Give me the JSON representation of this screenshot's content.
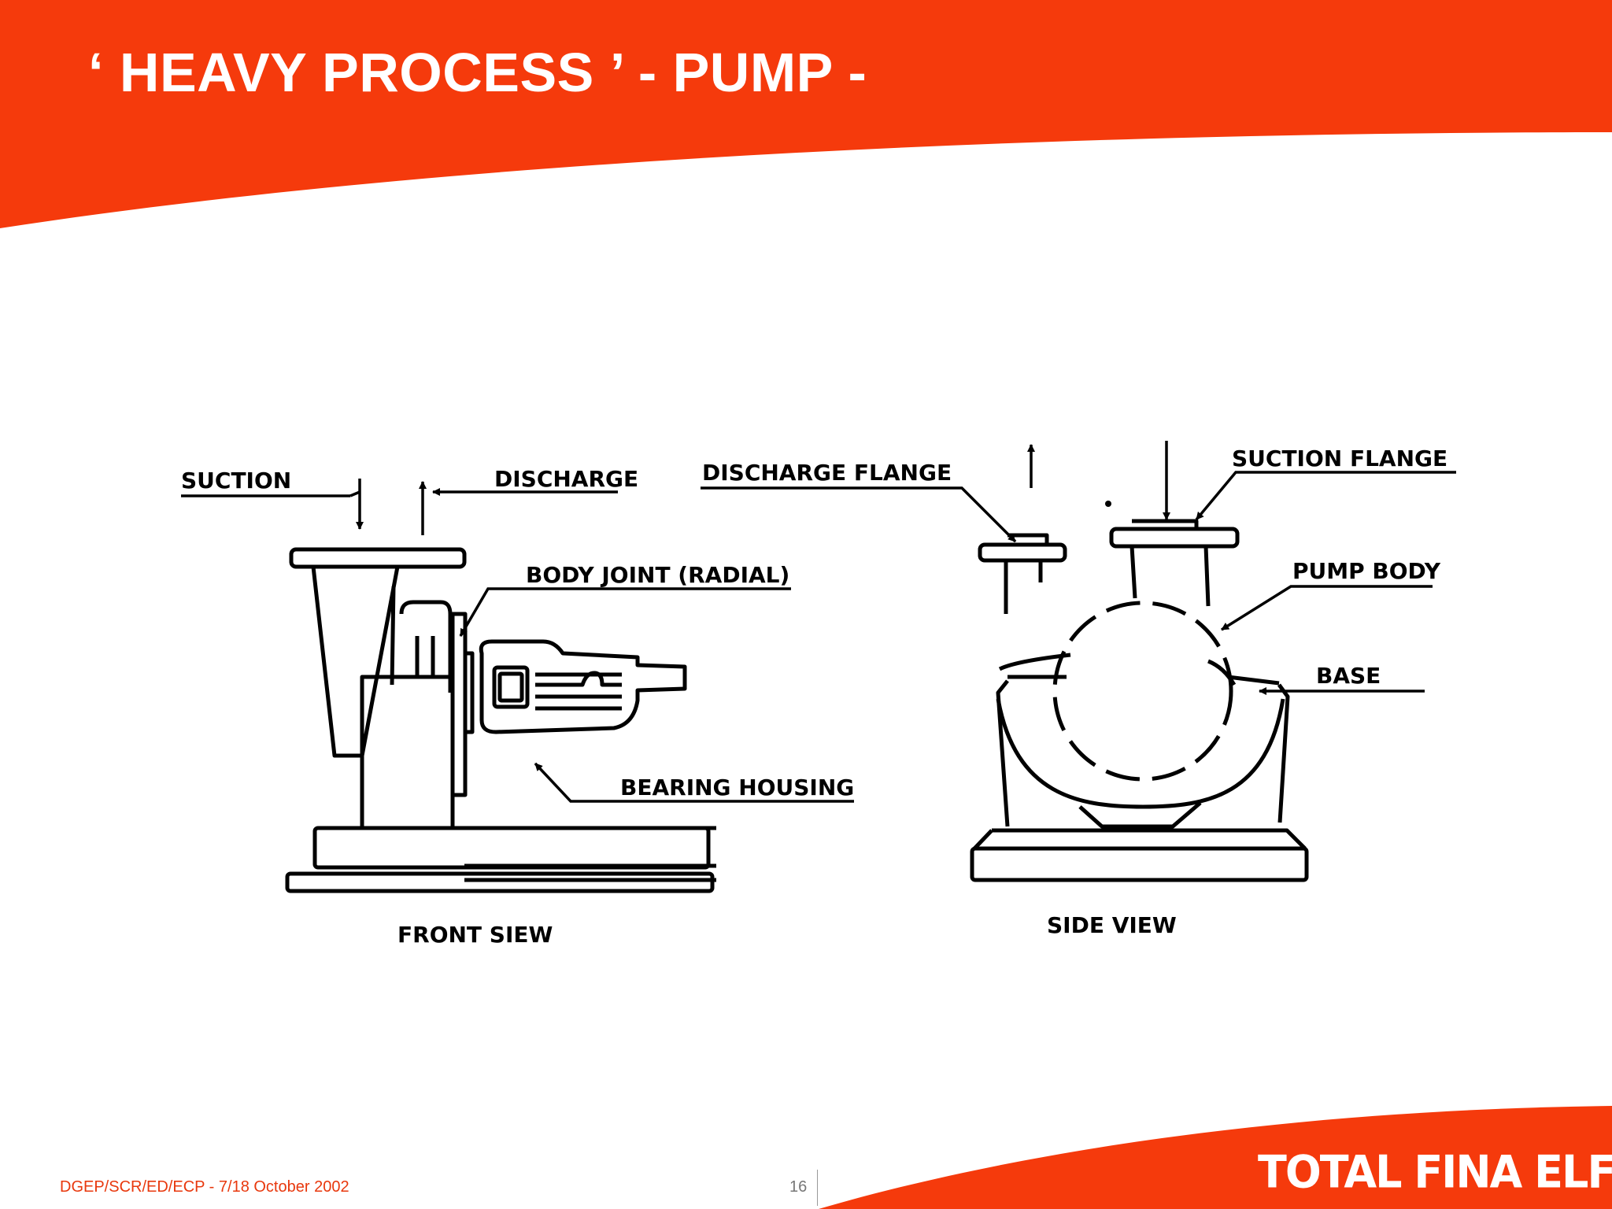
{
  "slide": {
    "title": "‘ HEAVY PROCESS ’ - PUMP -",
    "accent_color": "#f53a0c"
  },
  "diagram": {
    "front_view": {
      "caption": "FRONT SIEW",
      "labels": {
        "suction": "SUCTION",
        "discharge": "DISCHARGE",
        "body_joint": "BODY JOINT (RADIAL)",
        "bearing_housing": "BEARING HOUSING"
      }
    },
    "side_view": {
      "caption": "SIDE VIEW",
      "labels": {
        "discharge_flange": "DISCHARGE FLANGE",
        "suction_flange": "SUCTION FLANGE",
        "pump_body": "PUMP BODY",
        "base": "BASE"
      }
    }
  },
  "footer": {
    "reference": "DGEP/SCR/ED/ECP -  7/18 October 2002",
    "page_number": "16",
    "logo_text": "TOTAL FINA ELF"
  }
}
